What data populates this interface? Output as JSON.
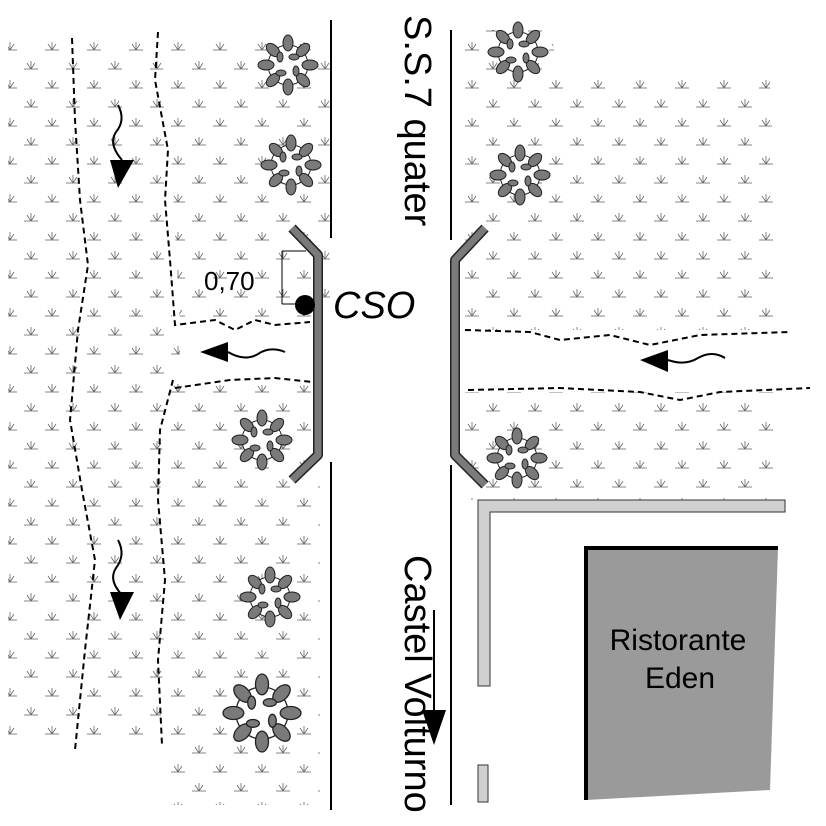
{
  "labels": {
    "road_ss7": "S.S.7 quater",
    "road_castel": "Castel Volturno",
    "cso": "CSO",
    "depth": "0,70",
    "building": [
      "Ristorante",
      "Eden"
    ]
  },
  "colors": {
    "building_fill": "#9a9a9a",
    "wall_fill": "#7a7a7a",
    "sidewalk_fill": "#d0d0d0",
    "tree_fill": "#777777",
    "marsh_symbol": "#666666",
    "ink": "#000000"
  },
  "icons": [
    "marsh-vegetation-symbol",
    "tree-icon",
    "flow-arrow-icon",
    "cso-point-icon"
  ]
}
